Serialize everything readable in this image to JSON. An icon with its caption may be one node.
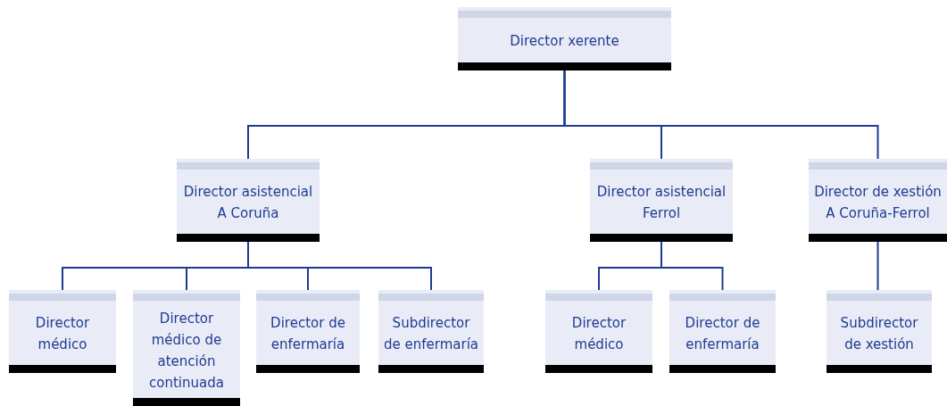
{
  "diagram": {
    "nodes": [
      {
        "text": [
          "Director xerente"
        ]
      },
      {
        "text": [
          "Director asistencial A Coruña"
        ]
      },
      {
        "text": [
          "Director asistencial Ferrol"
        ]
      },
      {
        "text": [
          "Director de xestión A Coruña-Ferrol"
        ]
      },
      {
        "text": [
          "Director médico"
        ]
      },
      {
        "text": [
          "Director médico de atención continuada"
        ]
      },
      {
        "text": [
          "Director de enfermaría"
        ]
      },
      {
        "text": [
          "Subdirector de enfermaría"
        ]
      },
      {
        "text": [
          "Director médico"
        ]
      },
      {
        "text": [
          "Director de enfermaría"
        ]
      },
      {
        "text": [
          "Subdirector de xestión"
        ]
      }
    ],
    "edges": [
      {
        "from": 0,
        "to": 1,
        "arrow": "none"
      },
      {
        "from": 0,
        "to": 2,
        "arrow": "none"
      },
      {
        "from": 0,
        "to": 3,
        "arrow": "none"
      },
      {
        "from": 1,
        "to": 4,
        "arrow": "none"
      },
      {
        "from": 1,
        "to": 5,
        "arrow": "none"
      },
      {
        "from": 1,
        "to": 6,
        "arrow": "none"
      },
      {
        "from": 1,
        "to": 7,
        "arrow": "none"
      },
      {
        "from": 2,
        "to": 8,
        "arrow": "none"
      },
      {
        "from": 2,
        "to": 9,
        "arrow": "none"
      },
      {
        "from": 3,
        "to": 10,
        "arrow": "none"
      }
    ]
  }
}
